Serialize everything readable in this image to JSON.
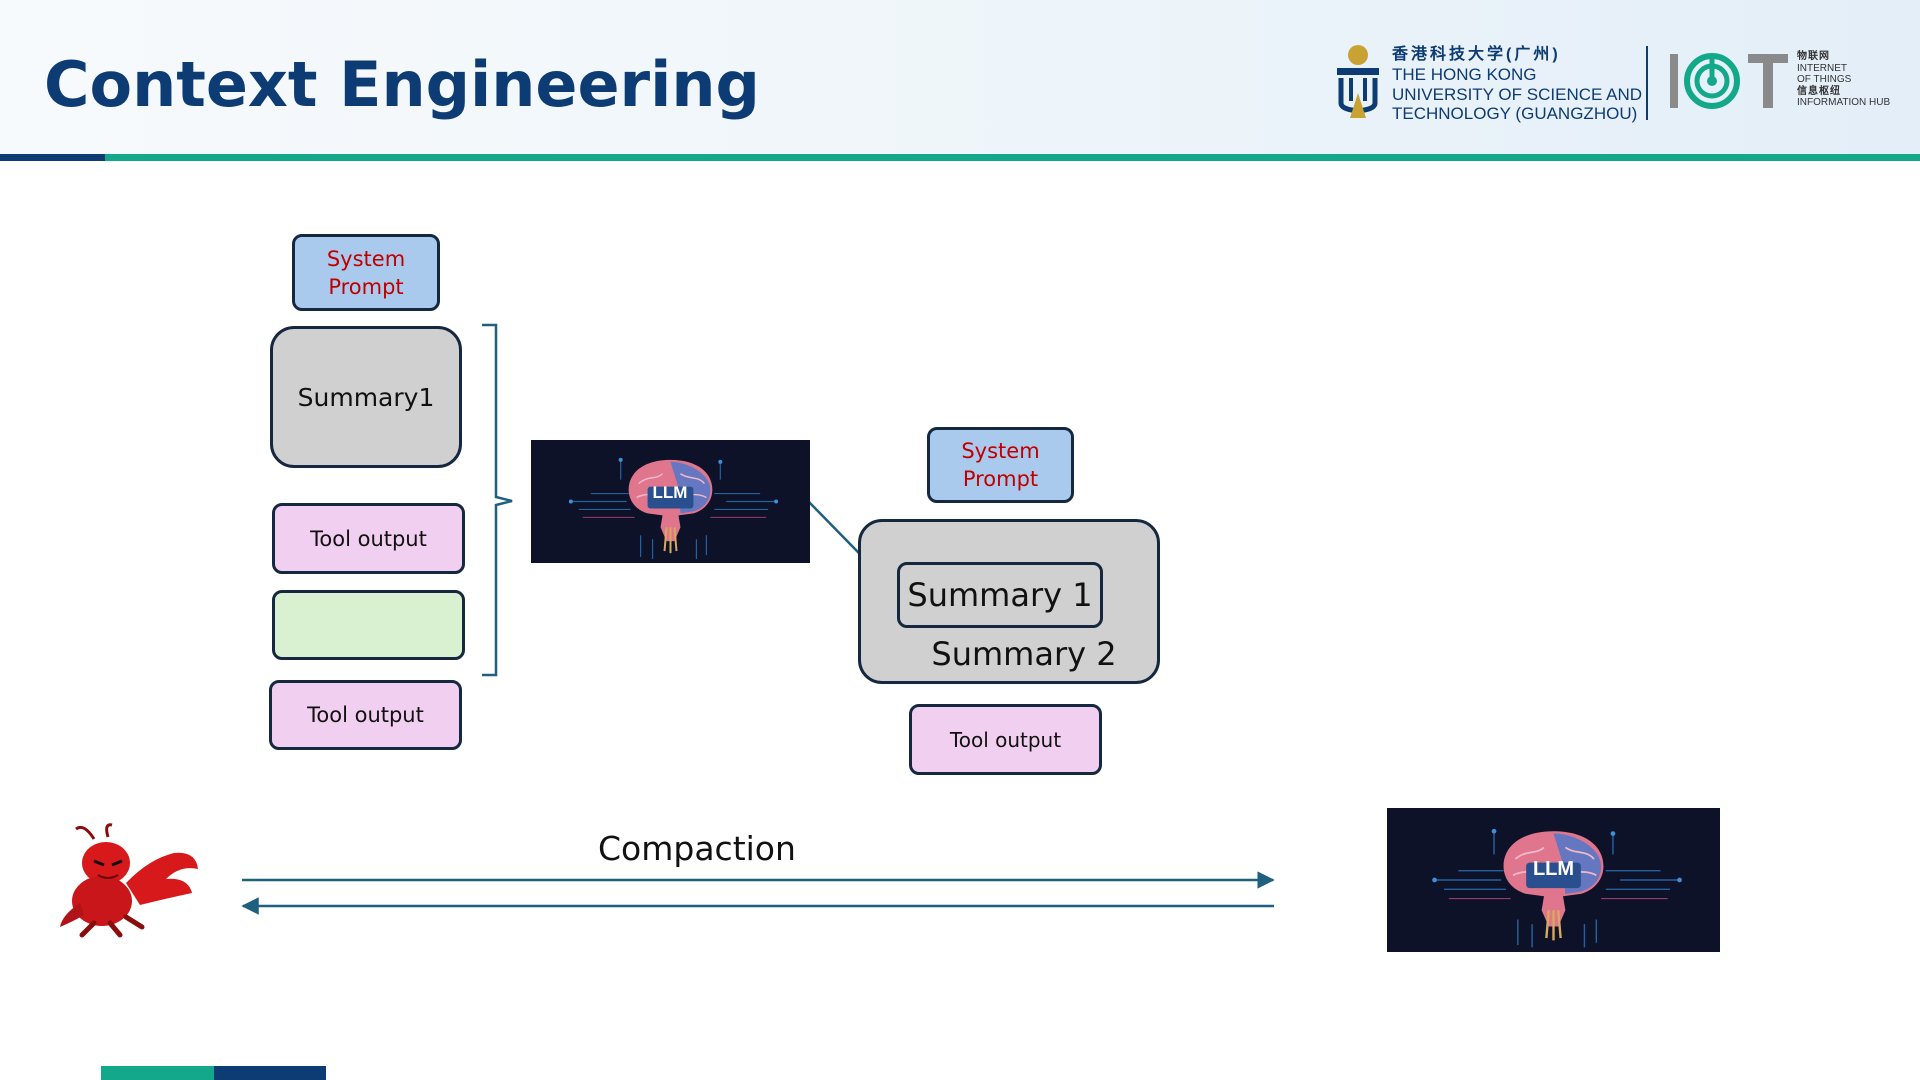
{
  "slide": {
    "title": "Context Engineering"
  },
  "logo": {
    "university_cn": "香港科技大学(广州)",
    "university_en": [
      "THE HONG KONG",
      "UNIVERSITY OF SCIENCE AND",
      "TECHNOLOGY (GUANGZHOU)"
    ],
    "iot_mark": "IOT",
    "iot_cn_1": "物联网",
    "iot_en_1": "INTERNET",
    "iot_en_2": "OF THINGS",
    "iot_cn_2": "信息枢纽",
    "iot_en_3": "INFORMATION HUB"
  },
  "before_context": {
    "system_prompt": [
      "System",
      "Prompt"
    ],
    "summary": "Summary1",
    "tool_output_1": "Tool output",
    "tool_output_2": "Tool output"
  },
  "llm_label": "LLM",
  "after_context": {
    "system_prompt": [
      "System",
      "Prompt"
    ],
    "summary_1": "Summary 1",
    "summary_2": "Summary 2",
    "tool_output": "Tool output"
  },
  "flow": {
    "label": "Compaction"
  },
  "colors": {
    "title": "#0d3b73",
    "teal": "#13a88a",
    "system_prompt_fill": "#a9caec",
    "system_prompt_text": "#c00000",
    "summary_fill": "#d0d0d0",
    "tool_output_fill": "#f1cff0",
    "new_block_fill": "#d9f1d1",
    "arrow": "#1f5f80"
  },
  "icons": [
    "hkust-emblem-icon",
    "iot-logo-icon",
    "llm-brain-icon",
    "lobster-mascot-icon"
  ]
}
